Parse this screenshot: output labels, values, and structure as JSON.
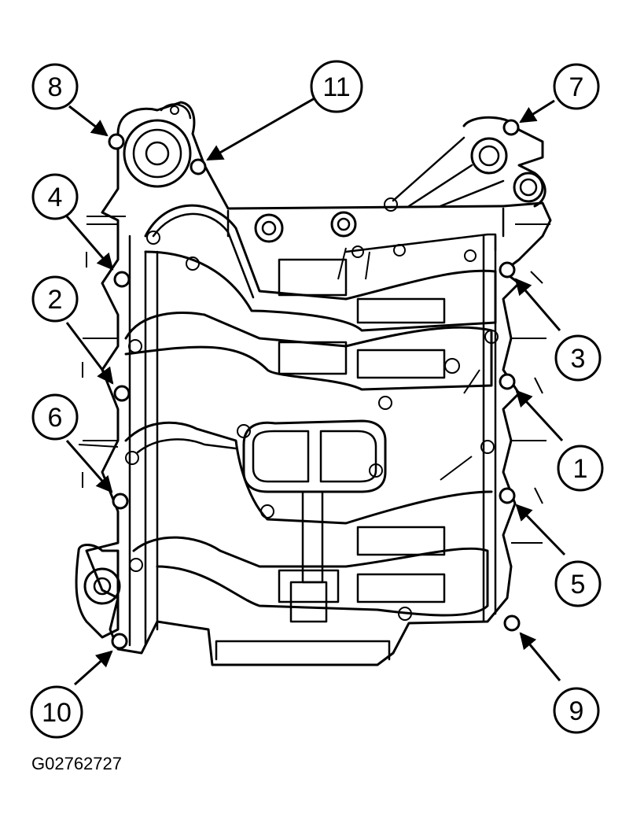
{
  "figure_id": "G02762727",
  "callouts": [
    {
      "label": "8"
    },
    {
      "label": "11"
    },
    {
      "label": "7"
    },
    {
      "label": "4"
    },
    {
      "label": "3"
    },
    {
      "label": "2"
    },
    {
      "label": "6"
    },
    {
      "label": "1"
    },
    {
      "label": "5"
    },
    {
      "label": "10"
    },
    {
      "label": "9"
    }
  ]
}
